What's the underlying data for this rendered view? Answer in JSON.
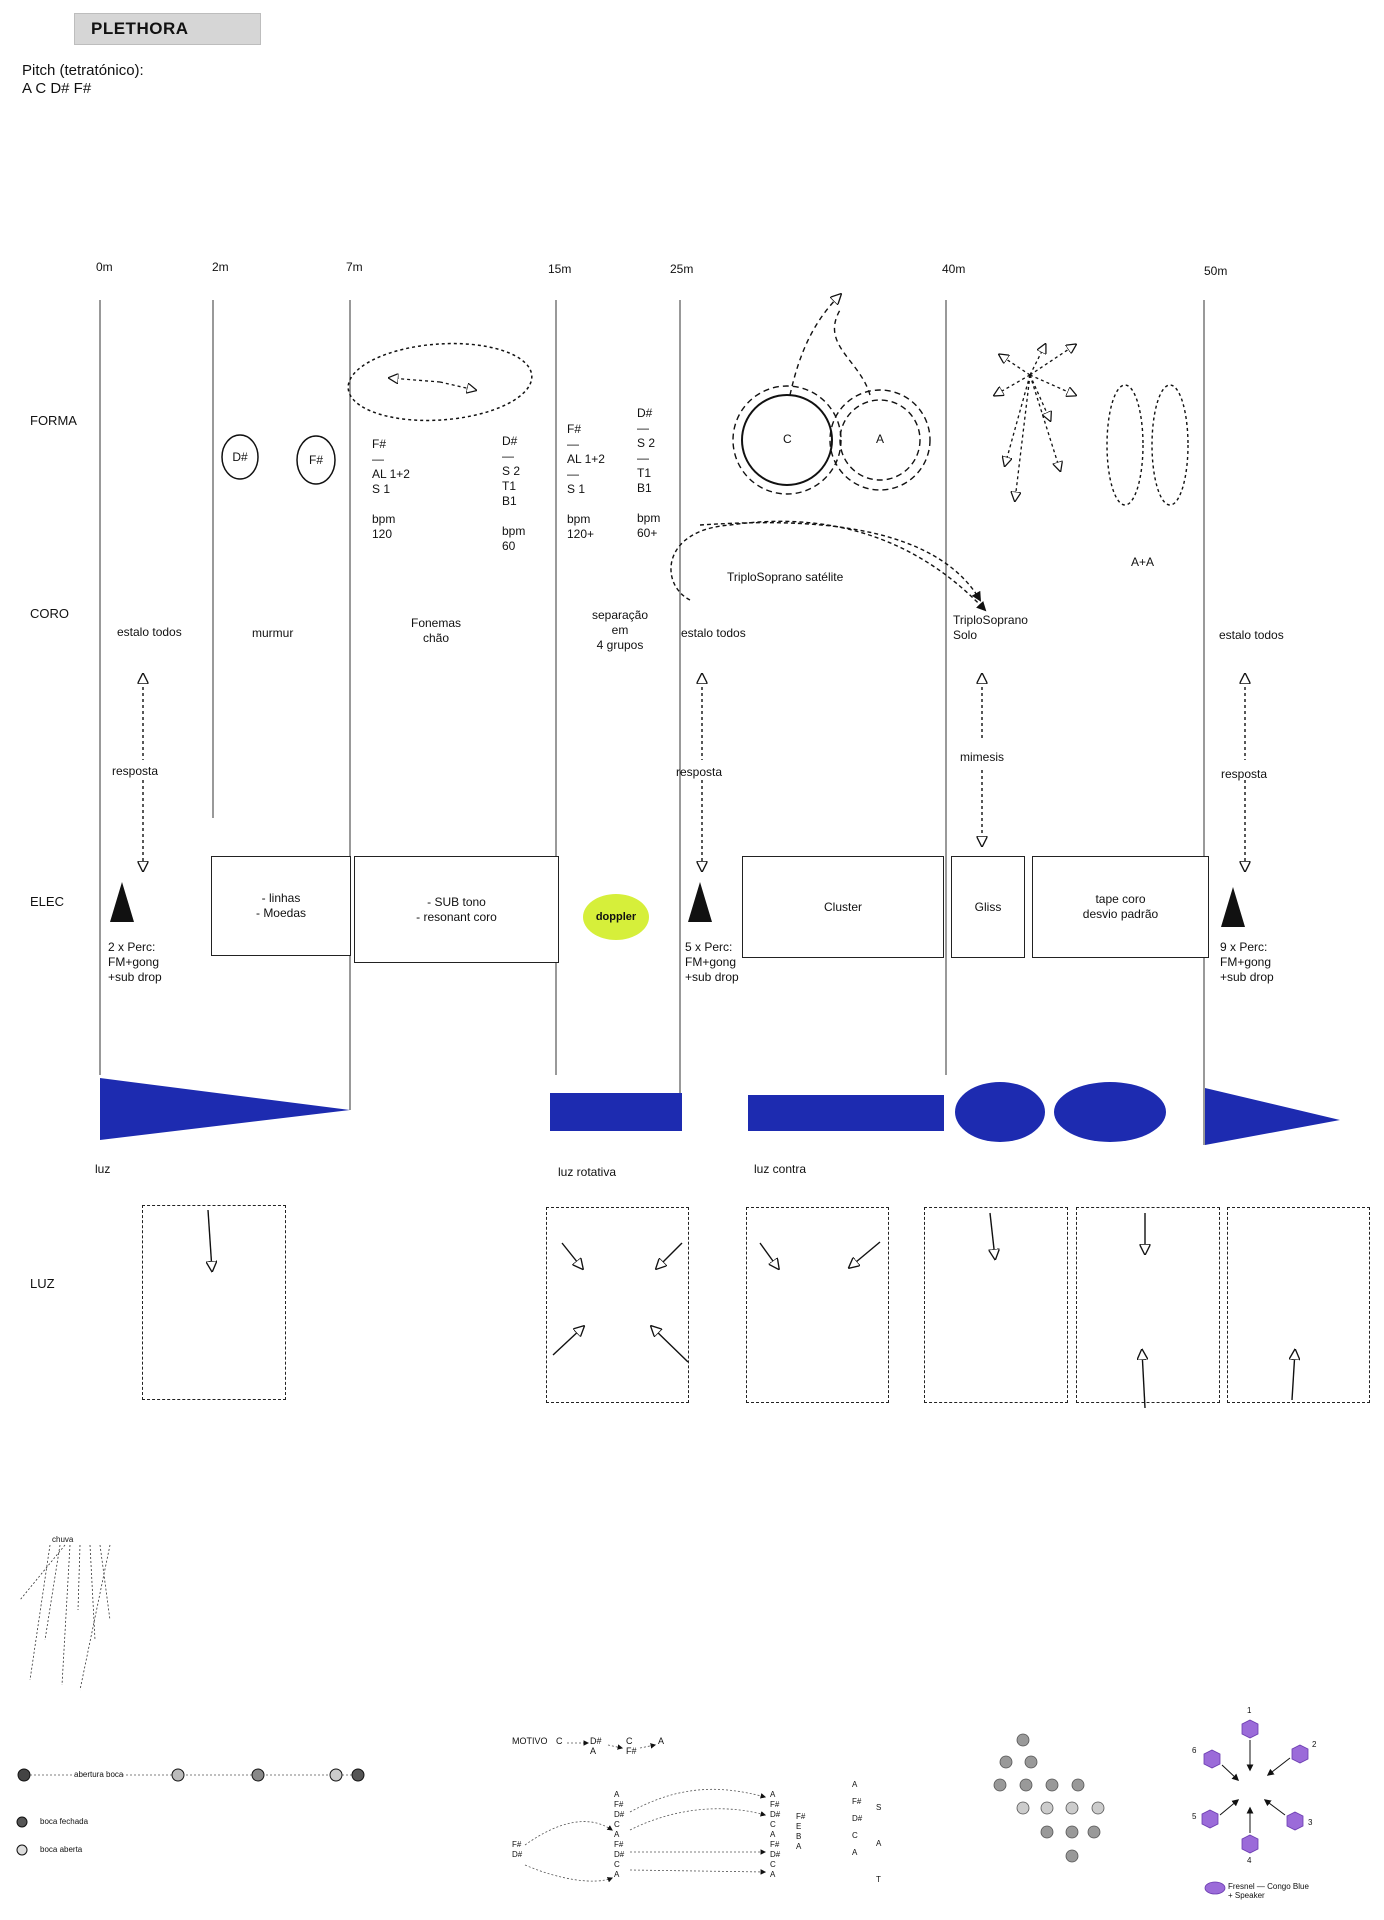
{
  "header": {
    "title": "PLETHORA",
    "pitch_label": "Pitch (tetratónico):",
    "pitch_notes": "A C D# F#"
  },
  "timeline": {
    "markers": [
      "0m",
      "2m",
      "7m",
      "15m",
      "25m",
      "40m",
      "50m"
    ]
  },
  "lanes": {
    "forma": "FORMA",
    "coro": "CORO",
    "elec": "ELEC",
    "luz": "LUZ"
  },
  "forma": {
    "circle_1": "D#",
    "circle_2": "F#",
    "group_a": [
      "F#",
      "—",
      "AL 1+2",
      "S 1",
      "",
      "bpm",
      "120"
    ],
    "group_b": [
      "D#",
      "—",
      "S 2",
      "T1",
      "B1",
      "",
      "bpm",
      "60"
    ],
    "group_c": [
      "F#",
      "—",
      "AL 1+2",
      "—",
      "S 1",
      "",
      "bpm",
      "120+"
    ],
    "group_d": [
      "D#",
      "—",
      "S 2",
      "—",
      "T1",
      "B1",
      "",
      "bpm",
      "60+"
    ],
    "big_circle_c": "C",
    "big_circle_a": "A",
    "satellite": "TriploSoprano satélite",
    "aa": "A+A"
  },
  "coro": {
    "estalo_1": "estalo todos",
    "murmur": "murmur",
    "fonemas": "Fonemas",
    "fonemas_2": "chão",
    "separacao": "separação",
    "separacao_2": "em",
    "separacao_3": "4 grupos",
    "estalo_2": "estalo todos",
    "triplo_solo": "TriploSoprano",
    "triplo_solo_2": "Solo",
    "estalo_3": "estalo todos",
    "resposta_1": "resposta",
    "resposta_2": "resposta",
    "mimesis": "mimesis",
    "resposta_3": "resposta"
  },
  "elec": {
    "perc_1": [
      "2 x Perc:",
      "FM+gong",
      "+sub drop"
    ],
    "linhas": [
      "- linhas",
      "- Moedas"
    ],
    "sub": [
      "- SUB tono",
      "- resonant coro"
    ],
    "doppler": "doppler",
    "perc_2": [
      "5 x Perc:",
      "FM+gong",
      "+sub drop"
    ],
    "cluster": "Cluster",
    "gliss": "Gliss",
    "tape": [
      "tape coro",
      "desvio padrão"
    ],
    "perc_3": [
      "9 x Perc:",
      "FM+gong",
      "+sub drop"
    ]
  },
  "luz_labels": {
    "luz": "luz",
    "rotativa": "luz rotativa",
    "contra": "luz contra"
  },
  "sketches": {
    "chuva": "chuva",
    "abertura": "abertura boca",
    "boca_fechada": "boca fechada",
    "boca_aberta": "boca aberta",
    "motivo": "MOTIVO",
    "motivo_notes": [
      "C",
      "D#",
      "A",
      "C",
      "F#",
      "A"
    ],
    "column_1": [
      "A",
      "F#",
      "D#",
      "C",
      "A",
      "F#",
      "D#",
      "C",
      "A"
    ],
    "column_left": [
      "F#",
      "D#"
    ],
    "column_2": [
      "A",
      "F#",
      "D#",
      "C",
      "A",
      "F#",
      "D#",
      "C",
      "A"
    ],
    "column_3": [
      "F#",
      "E",
      "B",
      "A"
    ],
    "column_4": [
      "A",
      "F#",
      "D#",
      "C",
      "A"
    ],
    "column_5": [
      "S",
      "A",
      "T"
    ],
    "speaker_numbers": [
      "1",
      "2",
      "3",
      "4",
      "5",
      "6"
    ],
    "fresnel": "Fresnel — Congo Blue",
    "speaker": "+ Speaker"
  },
  "colors": {
    "blue": "#1d2bb0",
    "doppler": "#d6ef3a",
    "purple": "#9b6bd9",
    "ink": "#111111"
  }
}
